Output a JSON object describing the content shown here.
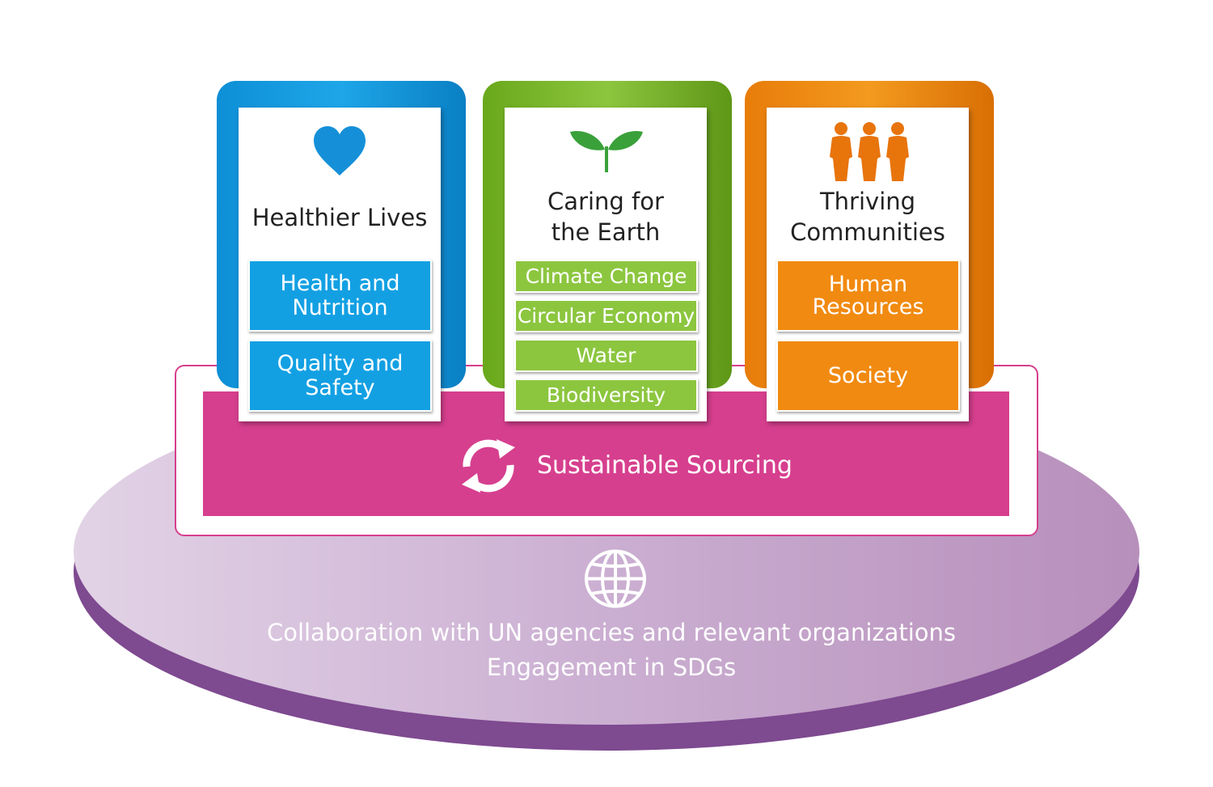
{
  "pillars": [
    {
      "title_lines": [
        "Healthier Lives"
      ],
      "icon": "heart-icon",
      "color": "#1ea6e8",
      "items": [
        {
          "lines": [
            "Health and",
            "Nutrition"
          ]
        },
        {
          "lines": [
            "Quality and",
            "Safety"
          ]
        }
      ]
    },
    {
      "title_lines": [
        "Caring for",
        "the Earth"
      ],
      "icon": "sprout-icon",
      "color": "#8cc63f",
      "items": [
        {
          "lines": [
            "Climate Change"
          ]
        },
        {
          "lines": [
            "Circular Economy"
          ]
        },
        {
          "lines": [
            "Water"
          ]
        },
        {
          "lines": [
            "Biodiversity"
          ]
        }
      ]
    },
    {
      "title_lines": [
        "Thriving",
        "Communities"
      ],
      "icon": "people-icon",
      "color": "#f39a1f",
      "items": [
        {
          "lines": [
            "Human",
            "Resources"
          ]
        },
        {
          "lines": [
            "Society"
          ]
        }
      ]
    }
  ],
  "sourcing": {
    "label": "Sustainable Sourcing",
    "icon": "cycle-arrows-icon",
    "color": "#d63f8e"
  },
  "foundation": {
    "icon": "globe-icon",
    "lines": [
      "Collaboration with UN agencies and relevant organizations",
      "Engagement in SDGs"
    ],
    "color": "#7e4a90"
  }
}
